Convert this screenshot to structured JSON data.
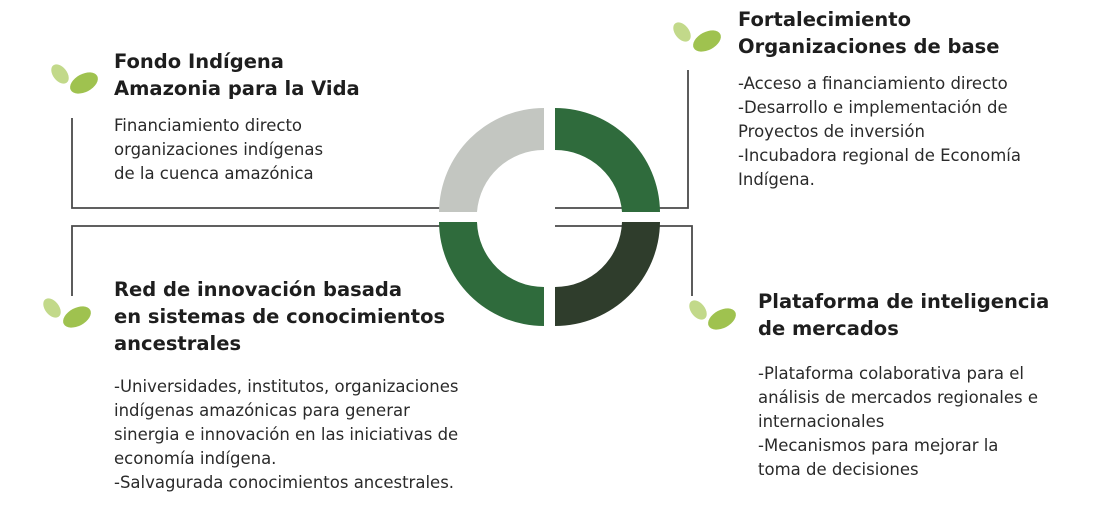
{
  "quadrants": {
    "top_left": {
      "title_lines": [
        "Fondo Indígena",
        "Amazonia para la Vida"
      ],
      "body_lines": [
        "Financiamiento directo",
        "organizaciones indígenas",
        "de la cuenca amazónica"
      ]
    },
    "top_right": {
      "title_lines": [
        "Fortalecimiento",
        "Organizaciones  de base"
      ],
      "body_lines": [
        "-Acceso a financiamiento directo",
        "-Desarrollo e implementación de",
        "Proyectos de inversión",
        "-Incubadora regional de Economía",
        "Indígena."
      ]
    },
    "bottom_left": {
      "title_lines": [
        "Red de innovación basada",
        "en sistemas de conocimientos",
        "ancestrales"
      ],
      "body_lines": [
        "-Universidades, institutos, organizaciones",
        "indígenas amazónicas para generar",
        "sinergia e innovación en las iniciativas de",
        "economía indígena.",
        "-Salvagurada conocimientos ancestrales."
      ]
    },
    "bottom_right": {
      "title_lines": [
        "Plataforma de inteligencia",
        "de mercados"
      ],
      "body_lines": [
        "-Plataforma colaborativa para el",
        "análisis de mercados regionales e",
        "internacionales",
        "-Mecanismos para mejorar la",
        "toma de decisiones"
      ]
    }
  },
  "colors": {
    "ring_top_left": "#c3c6c1",
    "ring_top_right": "#2f6b3c",
    "ring_bottom_left": "#2f6b3c",
    "ring_bottom_right": "#2f3d2c",
    "leaf_light": "#c2d98a",
    "leaf_main": "#9fc24f",
    "connector": "#4a4a4a"
  },
  "icons": {
    "leaf": "leaf-pair-icon"
  }
}
